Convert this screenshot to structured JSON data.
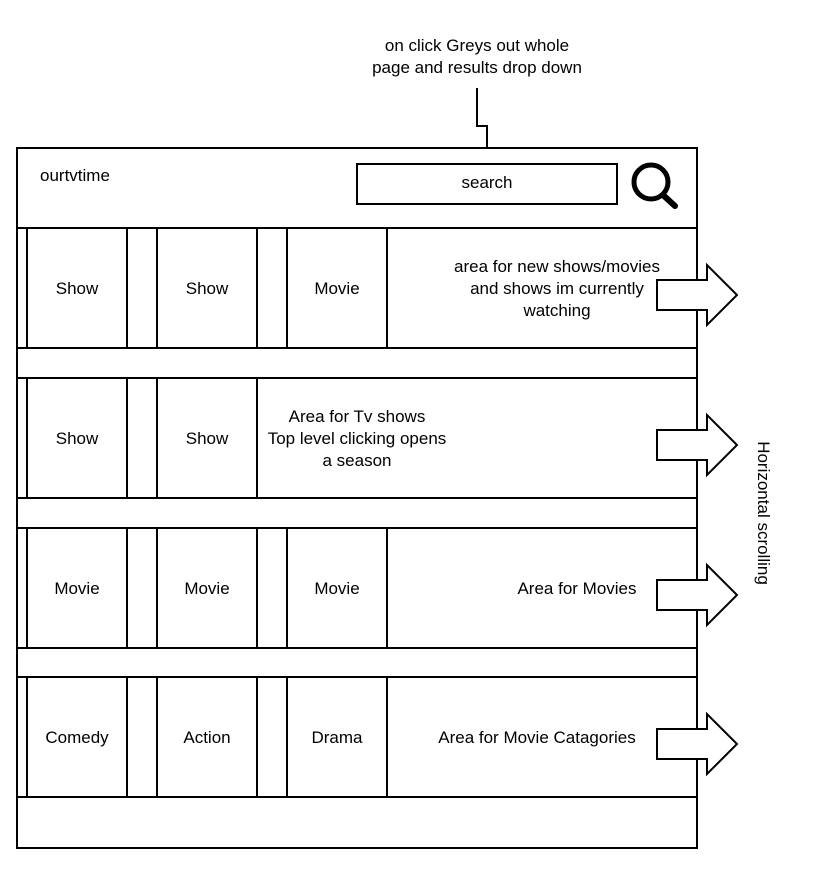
{
  "annotation": {
    "lines": [
      "on click Greys out whole",
      "page and results drop down"
    ]
  },
  "header": {
    "app_name": "ourtvtime",
    "search_label": "search",
    "search_icon": "magnifier-icon"
  },
  "side_label": "Horizontal scrolling",
  "rows": [
    {
      "tiles": [
        "Show",
        "Show",
        "Movie"
      ],
      "description": [
        "area for new shows/movies",
        "and shows im currently",
        "watching"
      ]
    },
    {
      "tiles": [
        "Show",
        "Show"
      ],
      "description": [
        "Area for Tv shows",
        "Top level clicking opens",
        "a season"
      ]
    },
    {
      "tiles": [
        "Movie",
        "Movie",
        "Movie"
      ],
      "description": [
        "Area for Movies"
      ]
    },
    {
      "tiles": [
        "Comedy",
        "Action",
        "Drama"
      ],
      "description": [
        "Area for Movie Catagories"
      ]
    }
  ]
}
